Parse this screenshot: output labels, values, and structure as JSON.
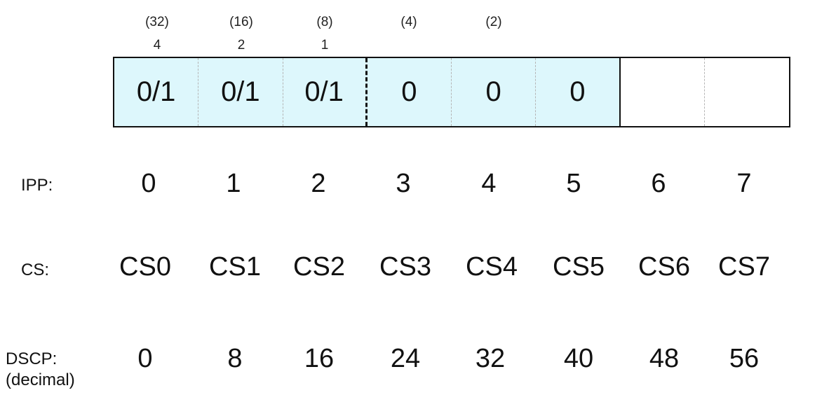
{
  "bit_weights": [
    {
      "dscp_weight": "(32)",
      "ipp_weight": "4"
    },
    {
      "dscp_weight": "(16)",
      "ipp_weight": "2"
    },
    {
      "dscp_weight": "(8)",
      "ipp_weight": "1"
    },
    {
      "dscp_weight": "(4)",
      "ipp_weight": ""
    },
    {
      "dscp_weight": "(2)",
      "ipp_weight": ""
    }
  ],
  "bits": [
    "0/1",
    "0/1",
    "0/1",
    "0",
    "0",
    "0",
    "",
    ""
  ],
  "colors": {
    "highlight": "#ddf7fc",
    "border": "#111111",
    "divider": "#b5b5b5"
  },
  "rows": {
    "ipp": {
      "label": "IPP:",
      "values": [
        "0",
        "1",
        "2",
        "3",
        "4",
        "5",
        "6",
        "7"
      ]
    },
    "cs": {
      "label": "CS:",
      "values": [
        "CS0",
        "CS1",
        "CS2",
        "CS3",
        "CS4",
        "CS5",
        "CS6",
        "CS7"
      ]
    },
    "dscp": {
      "label_line1": "DSCP:",
      "label_line2": "(decimal)",
      "values": [
        "0",
        "8",
        "16",
        "24",
        "32",
        "40",
        "48",
        "56"
      ]
    }
  }
}
